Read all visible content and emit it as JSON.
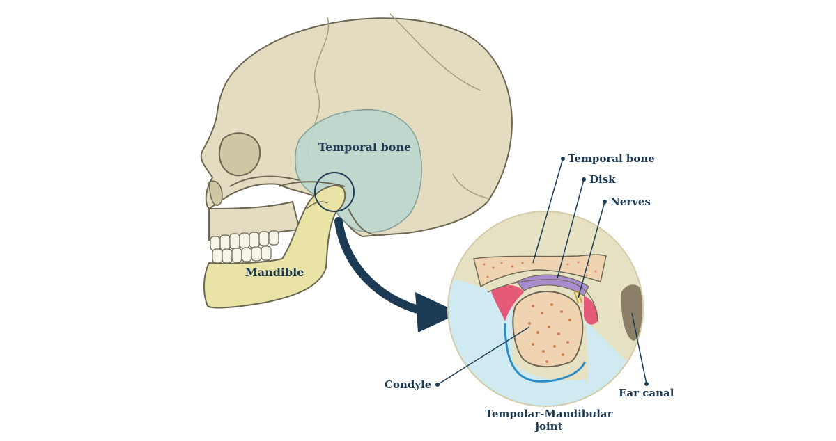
{
  "skull_labels": {
    "temporal_bone": "Temporal bone",
    "mandible": "Mandible"
  },
  "detail_labels": {
    "temporal_bone": "Temporal bone",
    "disk": "Disk",
    "nerves": "Nerves",
    "condyle": "Condyle",
    "ear_canal": "Ear canal",
    "joint_line1": "Tempolar-Mandibular",
    "joint_line2": "joint"
  },
  "colors": {
    "skull": "#e3dcc0",
    "skull_shadow": "#cfc6a3",
    "outline": "#6b6652",
    "temporal": "#bcd7cf",
    "mandible": "#e9e4a6",
    "arrow": "#1d3a55",
    "bone_spongy": "#f0d4b2",
    "dots": "#c9703e",
    "disk": "#a98ccf",
    "cartilage": "#e45a78",
    "fluid": "#cfeaf0",
    "ear": "#8a7e66"
  }
}
